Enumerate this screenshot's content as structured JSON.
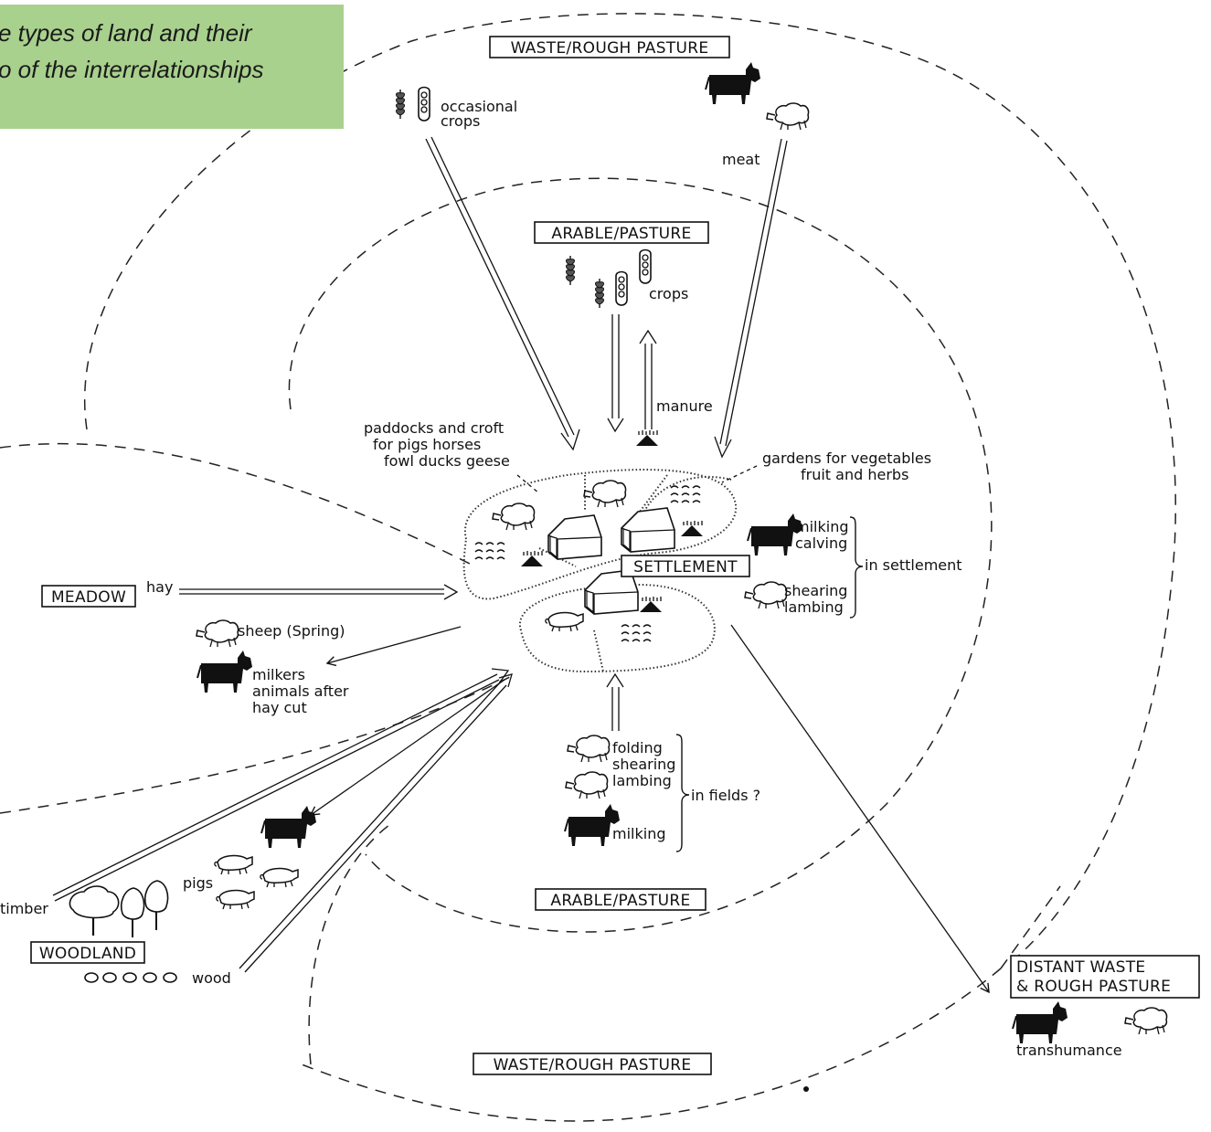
{
  "caption": {
    "line1": "e types of land and their",
    "line2": "o of the interrelationships"
  },
  "zones": {
    "waste_top": "WASTE/ROUGH PASTURE",
    "arable_top": "ARABLE/PASTURE",
    "settlement": "SETTLEMENT",
    "meadow": "MEADOW",
    "woodland": "WOODLAND",
    "arable_bottom": "ARABLE/PASTURE",
    "waste_bottom": "WASTE/ROUGH PASTURE",
    "distant_line1": "DISTANT WASTE",
    "distant_line2": "& ROUGH PASTURE"
  },
  "labels": {
    "occasional_crops_1": "occasional",
    "occasional_crops_2": "crops",
    "meat": "meat",
    "crops": "crops",
    "manure": "manure",
    "paddocks_1": "paddocks and croft",
    "paddocks_2": "for pigs horses",
    "paddocks_3": "fowl ducks geese",
    "gardens_1": "gardens for vegetables",
    "gardens_2": "fruit and herbs",
    "milking": "milking",
    "calving": "calving",
    "shearing": "shearing",
    "lambing": "lambing",
    "in_settlement": "in settlement",
    "hay": "hay",
    "sheep_spring": "sheep (Spring)",
    "milkers_1": "milkers",
    "milkers_2": "animals after",
    "milkers_3": "hay cut",
    "folding": "folding",
    "shearing_f": "shearing",
    "lambing_f": "lambing",
    "milking_f": "milking",
    "in_fields": "in fields ?",
    "pigs": "pigs",
    "timber": "timber",
    "wood": "wood",
    "transhumance": "transhumance"
  },
  "icons": [
    "wheat-icon",
    "bean-pod-icon",
    "cow-icon",
    "sheep-icon",
    "pig-icon",
    "house-icon",
    "tree-icon",
    "hay-stack-icon",
    "vegetable-rows-icon"
  ]
}
